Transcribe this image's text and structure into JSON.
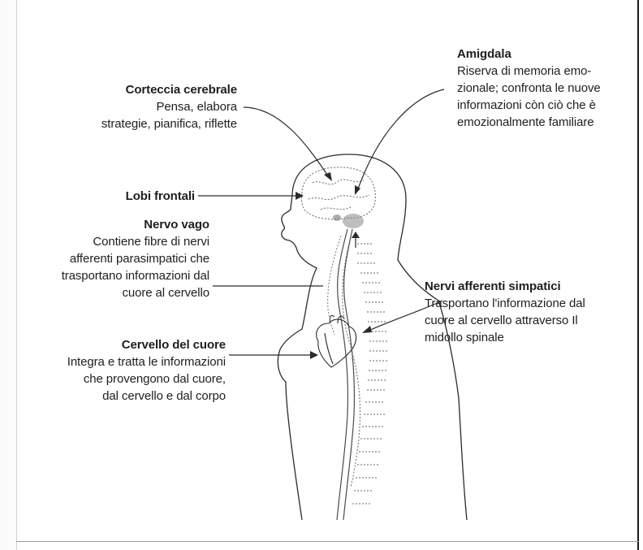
{
  "labels": {
    "corteccia": {
      "title": "Corteccia cerebrale",
      "lines": [
        "Pensa, elabora",
        "strategie, pianifica, riflette"
      ]
    },
    "amigdala": {
      "title": "Amigdala",
      "lines": [
        "Riserva di memoria emo-",
        "zionale; confronta le nuove",
        "informazioni còn ciò che è",
        "emozionalmente familiare"
      ]
    },
    "lobi": {
      "title": "Lobi frontali"
    },
    "vago": {
      "title": "Nervo vago",
      "lines": [
        "Contiene fibre di nervi",
        "afferenti parasimpatici che",
        "trasportano informazioni dal",
        "cuore al cervello"
      ]
    },
    "simpatici": {
      "title": "Nervi afferenti simpatici",
      "lines": [
        "Trasportano l'informazione dal",
        "cuore al cervello attraverso Il",
        "midollo spinale"
      ]
    },
    "cuore": {
      "title": "Cervello del cuore",
      "lines": [
        "Integra e tratta le informazioni",
        "che provengono dal cuore,",
        "dal cervello e dal corpo"
      ]
    }
  },
  "colors": {
    "ink": "#1e1e1e",
    "line": "#2a2a2a",
    "stipple": "#555555"
  }
}
